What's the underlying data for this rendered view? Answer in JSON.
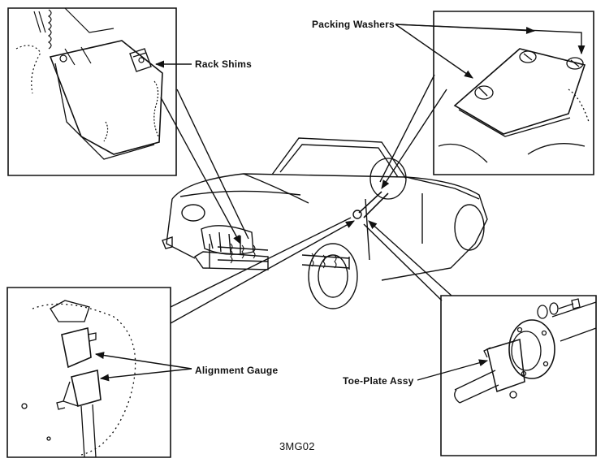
{
  "labels": {
    "rack_shims": "Rack Shims",
    "packing_washers": "Packing Washers",
    "alignment_gauge": "Alignment Gauge",
    "toe_plate_assy": "Toe-Plate Assy",
    "figure_code": "3MG02"
  },
  "colors": {
    "ink": "#111111",
    "paper": "#ffffff"
  },
  "panels": [
    {
      "id": "rack-shims-detail",
      "content": "rack mounting bracket with shims"
    },
    {
      "id": "packing-washers-detail",
      "content": "rack mounting bracket with packing washers"
    },
    {
      "id": "alignment-gauge-detail",
      "content": "alignment gauge on steering column"
    },
    {
      "id": "toe-plate-detail",
      "content": "toe-plate assembly on steering column flange"
    }
  ],
  "central_illustration": "roadster car with steering rack and column"
}
